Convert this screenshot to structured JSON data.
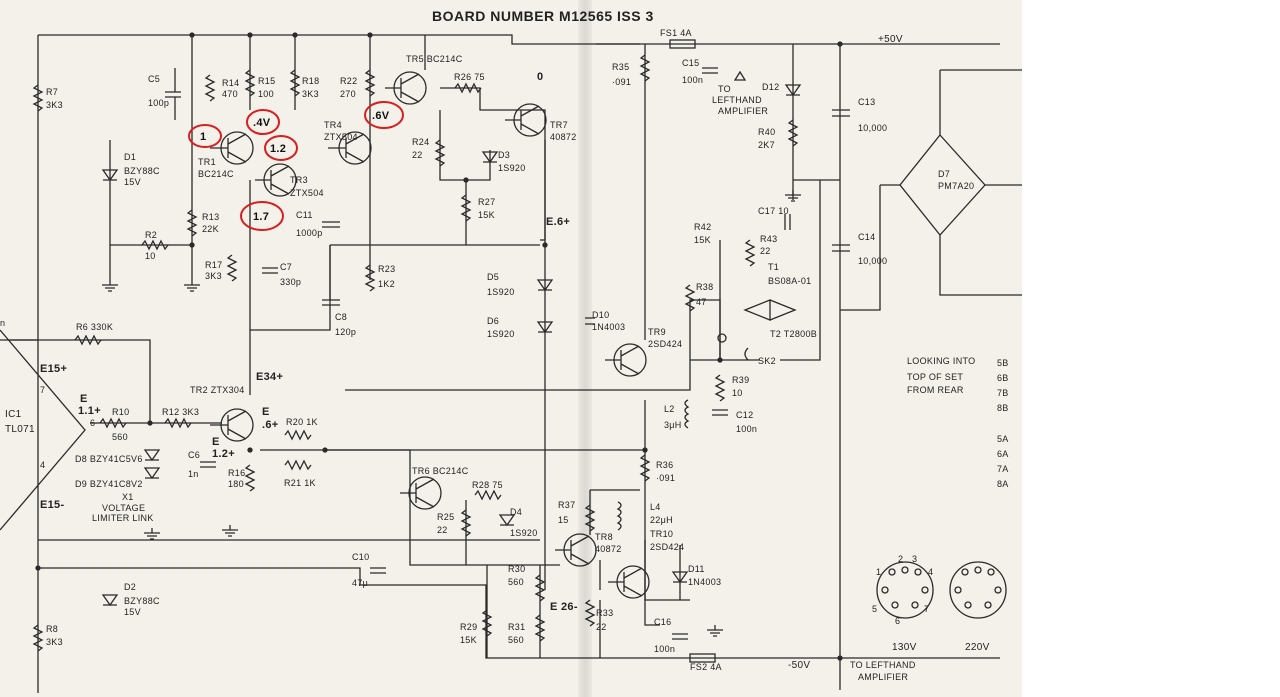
{
  "title": "BOARD NUMBER M12565 ISS 3",
  "rails": {
    "pos": "+50V",
    "neg": "-50V",
    "zero": "0"
  },
  "highlighted": {
    "tr1_base": "1",
    "tr4_top": ".4V",
    "tr3_base": "1.2",
    "tr2_node": "1.7",
    "tr5": ".6V"
  },
  "nodes": {
    "e15p": "E15+",
    "e15m": "E15-",
    "e34": "E34+",
    "e6": "E.6+",
    "e26": "E 26-",
    "e_tr2": "E",
    "e_tr2b": "1.1+",
    "e_r16": "E",
    "e_r16b": "1.2+",
    "e_r20": "E",
    "e_r20b": ".6+"
  },
  "ic": {
    "name": "IC1",
    "part": "TL071",
    "pin7": "7",
    "pin6": "6",
    "pin4": "4"
  },
  "components": [
    {
      "id": "r7",
      "label": "R7",
      "value": "3K3"
    },
    {
      "id": "r8",
      "label": "R8",
      "value": "3K3"
    },
    {
      "id": "c5",
      "label": "C5",
      "value": "100p"
    },
    {
      "id": "r14",
      "label": "R14",
      "value": "470"
    },
    {
      "id": "r15",
      "label": "R15",
      "value": "100"
    },
    {
      "id": "r18",
      "label": "R18",
      "value": "3K3"
    },
    {
      "id": "r22",
      "label": "R22",
      "value": "270"
    },
    {
      "id": "tr5",
      "label": "TR5",
      "value": "BC214C"
    },
    {
      "id": "r26",
      "label": "R26",
      "value": "75"
    },
    {
      "id": "r35",
      "label": "R35",
      "value": "·091"
    },
    {
      "id": "fs1",
      "label": "FS1",
      "value": "4A"
    },
    {
      "id": "c15",
      "label": "C15",
      "value": "100n"
    },
    {
      "id": "d12",
      "label": "D12",
      "value": ""
    },
    {
      "id": "c13",
      "label": "C13",
      "value": "10,000"
    },
    {
      "id": "d1",
      "label": "D1",
      "value": "BZY88C 15V"
    },
    {
      "id": "tr1",
      "label": "TR1",
      "value": "BC214C"
    },
    {
      "id": "tr4",
      "label": "TR4",
      "value": "ZTX504"
    },
    {
      "id": "tr3",
      "label": "TR3",
      "value": "ZTX504"
    },
    {
      "id": "r24",
      "label": "R24",
      "value": "22"
    },
    {
      "id": "d3",
      "label": "D3",
      "value": "1S920"
    },
    {
      "id": "tr7",
      "label": "TR7",
      "value": "40872"
    },
    {
      "id": "r40",
      "label": "R40",
      "value": "2K7"
    },
    {
      "id": "d7",
      "label": "D7",
      "value": "PM7A20"
    },
    {
      "id": "r13",
      "label": "R13",
      "value": "22K"
    },
    {
      "id": "c11",
      "label": "C11",
      "value": "1000p"
    },
    {
      "id": "r27",
      "label": "R27",
      "value": "15K"
    },
    {
      "id": "c17",
      "label": "C17",
      "value": "10"
    },
    {
      "id": "r42",
      "label": "R42",
      "value": "15K"
    },
    {
      "id": "r43",
      "label": "R43",
      "value": "22"
    },
    {
      "id": "t1",
      "label": "T1",
      "value": "BS08A-01"
    },
    {
      "id": "c14",
      "label": "C14",
      "value": "10,000"
    },
    {
      "id": "r2",
      "label": "R2",
      "value": "10"
    },
    {
      "id": "r17",
      "label": "R17",
      "value": "3K3"
    },
    {
      "id": "c7",
      "label": "C7",
      "value": "330p"
    },
    {
      "id": "r23",
      "label": "R23",
      "value": "1K2"
    },
    {
      "id": "d5",
      "label": "D5",
      "value": "1S920"
    },
    {
      "id": "r38",
      "label": "R38",
      "value": "47"
    },
    {
      "id": "c8",
      "label": "C8",
      "value": "120p"
    },
    {
      "id": "d6",
      "label": "D6",
      "value": "1S920"
    },
    {
      "id": "d10",
      "label": "D10",
      "value": "1N4003"
    },
    {
      "id": "tr9",
      "label": "TR9",
      "value": "2SD424"
    },
    {
      "id": "t2",
      "label": "T2",
      "value": "T2800B"
    },
    {
      "id": "r6",
      "label": "R6",
      "value": "330K"
    },
    {
      "id": "sk2",
      "label": "SK2",
      "value": ""
    },
    {
      "id": "r39",
      "label": "R39",
      "value": "10"
    },
    {
      "id": "tr2",
      "label": "TR2",
      "value": "ZTX304"
    },
    {
      "id": "r10",
      "label": "R10",
      "value": "560"
    },
    {
      "id": "r12",
      "label": "R12",
      "value": "3K3"
    },
    {
      "id": "r20",
      "label": "R20",
      "value": "1K"
    },
    {
      "id": "l2",
      "label": "L2",
      "value": "3μH"
    },
    {
      "id": "c12",
      "label": "C12",
      "value": "100n"
    },
    {
      "id": "d8",
      "label": "D8",
      "value": "BZY41C5V6"
    },
    {
      "id": "d9",
      "label": "D9",
      "value": "BZY41C8V2"
    },
    {
      "id": "c6",
      "label": "C6",
      "value": "1n"
    },
    {
      "id": "r21",
      "label": "R21",
      "value": "1K"
    },
    {
      "id": "r36",
      "label": "R36",
      "value": "·091"
    },
    {
      "id": "r16",
      "label": "R16",
      "value": "180"
    },
    {
      "id": "tr6",
      "label": "TR6",
      "value": "BC214C"
    },
    {
      "id": "r28",
      "label": "R28",
      "value": "75"
    },
    {
      "id": "x1",
      "label": "X1",
      "value": "VOLTAGE LIMITER LINK"
    },
    {
      "id": "r25",
      "label": "R25",
      "value": "22"
    },
    {
      "id": "d4",
      "label": "D4",
      "value": "1S920"
    },
    {
      "id": "r37",
      "label": "R37",
      "value": "15"
    },
    {
      "id": "l4",
      "label": "L4",
      "value": "22μH"
    },
    {
      "id": "tr8",
      "label": "TR8",
      "value": "40872"
    },
    {
      "id": "tr10",
      "label": "TR10",
      "value": "2SD424"
    },
    {
      "id": "c10",
      "label": "C10",
      "value": "47μ"
    },
    {
      "id": "r30",
      "label": "R30",
      "value": "560"
    },
    {
      "id": "d11",
      "label": "D11",
      "value": "1N4003"
    },
    {
      "id": "d2",
      "label": "D2",
      "value": "BZY88C 15V"
    },
    {
      "id": "r33",
      "label": "R33",
      "value": "22"
    },
    {
      "id": "r29",
      "label": "R29",
      "value": "15K"
    },
    {
      "id": "r31",
      "label": "R31",
      "value": "560"
    },
    {
      "id": "c16",
      "label": "C16",
      "value": "100n"
    },
    {
      "id": "fs2",
      "label": "FS2",
      "value": "4A"
    }
  ],
  "notes": {
    "to_left_top": "TO LEFTHAND AMPLIFIER",
    "to_left_bottom": "TO LEFTHAND AMPLIFIER",
    "looking": "LOOKING INTO TOP OF SET FROM REAR",
    "pins_top": [
      "5B",
      "6B",
      "7B",
      "8B"
    ],
    "pins_bottom": [
      "5A",
      "6A",
      "7A",
      "8A"
    ],
    "conn_pins": [
      "1",
      "2",
      "3",
      "4",
      "5",
      "6",
      "7"
    ],
    "v130": "130V",
    "v220": "220V",
    "n_left": "n"
  }
}
